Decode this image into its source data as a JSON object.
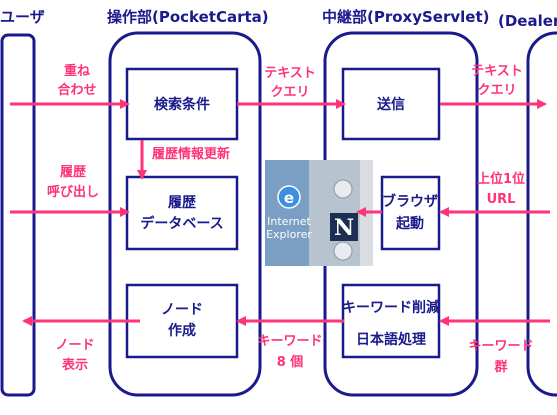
{
  "columns": {
    "user": "ユーザ",
    "operation": "操作部(PocketCarta)",
    "relay": "中継部(ProxyServlet)",
    "dealer": "(Dealer)"
  },
  "boxes": {
    "search": "検索条件",
    "history_db": [
      "履歴",
      "データベース"
    ],
    "node_create": [
      "ノード",
      "作成"
    ],
    "send": "送信",
    "browser": [
      "ブラウザ",
      "起動"
    ],
    "keyword": [
      "キーワード削減",
      "日本語処理"
    ]
  },
  "labels": {
    "overlay": [
      "重ね",
      "合わせ"
    ],
    "history_call": [
      "履歴",
      "呼び出し"
    ],
    "node_display": [
      "ノード",
      "表示"
    ],
    "text_query_1": [
      "テキスト",
      "クエリ"
    ],
    "history_update": "履歴情報更新",
    "keyword_8": [
      "キーワード",
      "8 個"
    ],
    "text_query_2": [
      "テキスト",
      "クエリ"
    ],
    "top1_url": [
      "上位1位",
      "URL"
    ],
    "keyword_group": [
      "キーワード",
      "群"
    ]
  },
  "inset": {
    "ie_label": [
      "Internet",
      "Explorer"
    ],
    "netscape_glyph": "N"
  },
  "colors": {
    "frame": "#1a1a8c",
    "arrow": "#ff3377",
    "inset_bg": "#7a9ec4"
  }
}
